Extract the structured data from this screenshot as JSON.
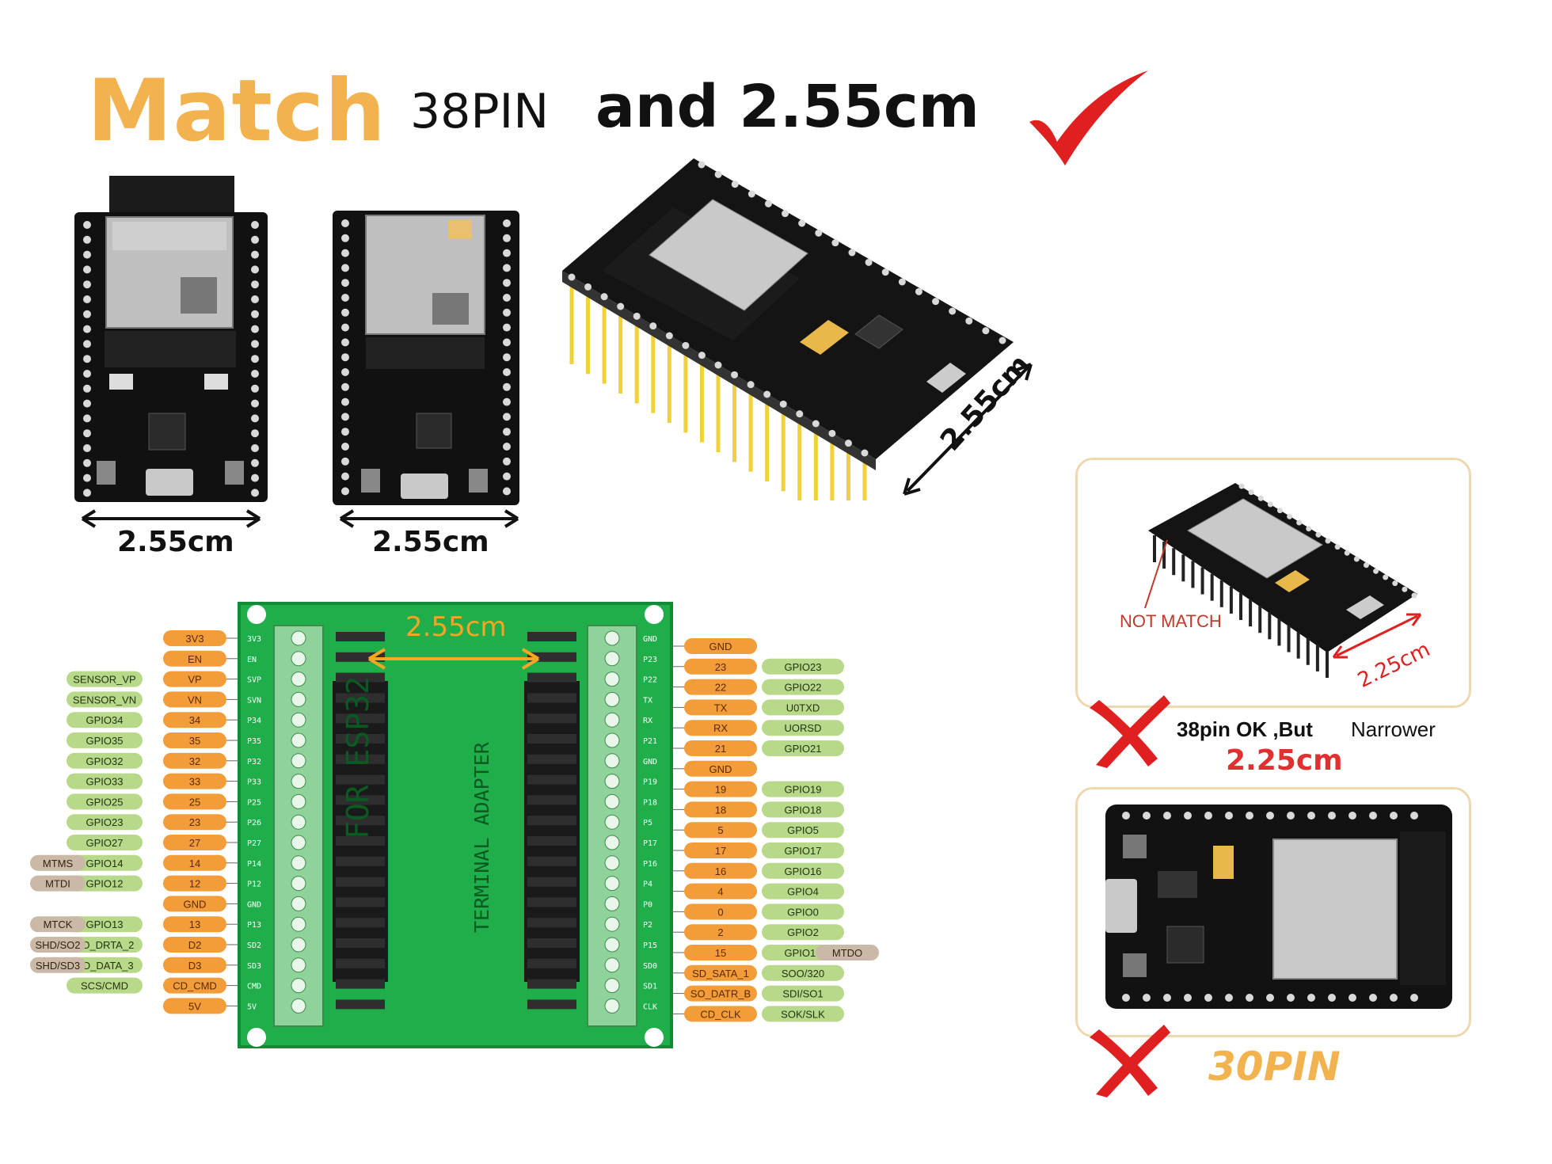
{
  "header": {
    "match": "Match",
    "pin": "38PIN",
    "size": "and 2.55cm"
  },
  "boards": {
    "front_dim": "2.55cm",
    "back_dim": "2.55cm",
    "angled_dim": "2.55cm"
  },
  "adapter": {
    "width_label": "2.55cm",
    "title": "FOR ESP32",
    "subtitle": "TERMINAL ADAPTER",
    "left_pins": [
      {
        "pin": "3V3",
        "labels": []
      },
      {
        "pin": "EN",
        "labels": []
      },
      {
        "pin": "VP",
        "labels": [
          "SENSOR_VP"
        ]
      },
      {
        "pin": "VN",
        "labels": [
          "SENSOR_VN"
        ]
      },
      {
        "pin": "34",
        "labels": [
          "GPIO34"
        ]
      },
      {
        "pin": "35",
        "labels": [
          "GPIO35"
        ]
      },
      {
        "pin": "32",
        "labels": [
          "GPIO32"
        ]
      },
      {
        "pin": "33",
        "labels": [
          "GPIO33"
        ]
      },
      {
        "pin": "25",
        "labels": [
          "GPIO25"
        ]
      },
      {
        "pin": "23",
        "labels": [
          "GPIO23"
        ]
      },
      {
        "pin": "27",
        "labels": [
          "GPIO27"
        ]
      },
      {
        "pin": "14",
        "labels": [
          "GPIO14",
          "MTMS"
        ]
      },
      {
        "pin": "12",
        "labels": [
          "GPIO12",
          "MTDI"
        ]
      },
      {
        "pin": "GND",
        "labels": []
      },
      {
        "pin": "13",
        "labels": [
          "GPIO13",
          "MTCK"
        ]
      },
      {
        "pin": "D2",
        "labels": [
          "SO_DRTA_2",
          "SHD/SO2"
        ]
      },
      {
        "pin": "D3",
        "labels": [
          "SO_DATA_3",
          "SHD/SD3"
        ]
      },
      {
        "pin": "CD_CMD",
        "labels": [
          "SCS/CMD"
        ]
      },
      {
        "pin": "5V",
        "labels": []
      }
    ],
    "right_pins": [
      {
        "pin": "GND",
        "labels": []
      },
      {
        "pin": "23",
        "labels": [
          "GPIO23"
        ]
      },
      {
        "pin": "22",
        "labels": [
          "GPIO22"
        ]
      },
      {
        "pin": "TX",
        "labels": [
          "U0TXD"
        ]
      },
      {
        "pin": "RX",
        "labels": [
          "UORSD"
        ]
      },
      {
        "pin": "21",
        "labels": [
          "GPIO21"
        ]
      },
      {
        "pin": "GND",
        "labels": []
      },
      {
        "pin": "19",
        "labels": [
          "GPIO19"
        ]
      },
      {
        "pin": "18",
        "labels": [
          "GPIO18"
        ]
      },
      {
        "pin": "5",
        "labels": [
          "GPIO5"
        ]
      },
      {
        "pin": "17",
        "labels": [
          "GPIO17"
        ]
      },
      {
        "pin": "16",
        "labels": [
          "GPIO16"
        ]
      },
      {
        "pin": "4",
        "labels": [
          "GPIO4"
        ]
      },
      {
        "pin": "0",
        "labels": [
          "GPIO0"
        ]
      },
      {
        "pin": "2",
        "labels": [
          "GPIO2"
        ]
      },
      {
        "pin": "15",
        "labels": [
          "GPIO15",
          "MTDO"
        ]
      },
      {
        "pin": "SD_SATA_1",
        "labels": [
          "SOO/320"
        ]
      },
      {
        "pin": "SO_DATR_B",
        "labels": [
          "SDI/SO1"
        ]
      },
      {
        "pin": "CD_CLK",
        "labels": [
          "SOK/SLK"
        ]
      }
    ],
    "silk_left": [
      "3V3",
      "EN",
      "SVP",
      "SVN",
      "P34",
      "P35",
      "P32",
      "P33",
      "P25",
      "P26",
      "P27",
      "P14",
      "P12",
      "GND",
      "P13",
      "SD2",
      "SD3",
      "CMD",
      "5V"
    ],
    "silk_right": [
      "GND",
      "P23",
      "P22",
      "TX",
      "RX",
      "P21",
      "GND",
      "P19",
      "P18",
      "P5",
      "P17",
      "P16",
      "P4",
      "P0",
      "P2",
      "P15",
      "SD0",
      "SD1",
      "CLK"
    ]
  },
  "panel_narrow": {
    "not_match": "NOT MATCH",
    "dim": "2.25cm",
    "line1": "38pin OK ,But",
    "line2": "Narrower",
    "line3": "2.25cm"
  },
  "panel_30": {
    "label": "30PIN"
  },
  "colors": {
    "accent": "#f2b24e",
    "pcb_green": "#1fae4a",
    "terminal_green": "#8fd39a",
    "cross_red": "#e02020"
  }
}
